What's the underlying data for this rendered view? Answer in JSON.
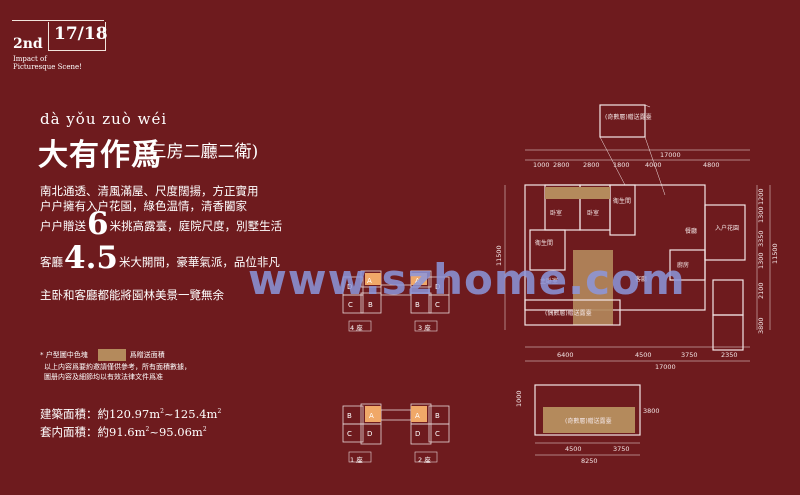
{
  "header": {
    "page_number": "17/18",
    "ordinal": "2nd",
    "subtitle_line1": "Impact of",
    "subtitle_line2": "Picturesque Scene!"
  },
  "title": {
    "pinyin": "dà yǒu zuò wéi",
    "main": "大有作爲",
    "sub": "(三房二廳二衛)"
  },
  "description": {
    "line1": "南北通透、清風滿屋、尺度闊揚，方正實用",
    "line2": "户户擁有入户花園，綠色温情，清香闔家",
    "line3_pre": "户户贈送",
    "line3_big": "6",
    "line3_post": "米挑高露臺，庭院尺度，別墅生活",
    "line4_pre": "客廳",
    "line4_big": "4.5",
    "line4_post": "米大開間，豪華氣派，品位非凡",
    "line5": "主卧和客廳都能將園林美景一覽無余"
  },
  "legend": {
    "bullet": "* 户型圖中色塊",
    "swatch_label": "爲贈送面積",
    "swatch_color": "#b48a5c",
    "note1": "以上内容爲要約邀請僅供參考，所有面積數據，",
    "note2": "圖册内容及細節均以有效法律文件爲准"
  },
  "areas": {
    "built_label": "建築面積：",
    "built_value": "約120.97m",
    "built_value2": "~125.4m",
    "inner_label": "套内面積：",
    "inner_value": "約91.6m",
    "inner_value2": "~95.06m",
    "sup": "2"
  },
  "key_plans": {
    "top_labels": [
      "4 座",
      "3 座"
    ],
    "bottom_labels": [
      "1 座",
      "2 座"
    ],
    "unit_letters": [
      "A",
      "B",
      "C",
      "D"
    ],
    "highlight_color": "#f0a868"
  },
  "watermark": "www.szhome.com",
  "floor_plan": {
    "top_dims": [
      "1000",
      "2800",
      "2800",
      "1800",
      "4000",
      "4800"
    ],
    "top_total": "17000",
    "bottom_dims": [
      "6400",
      "4500",
      "3750",
      "2350"
    ],
    "bottom_total": "17000",
    "left_dims": [
      "11500"
    ],
    "right_dims": [
      "1200",
      "1300",
      "3350",
      "1300",
      "2100",
      "3800",
      "11500"
    ],
    "rooms": [
      "卧室",
      "卧室",
      "衛生間",
      "衛生間",
      "主卧室",
      "客廳",
      "餐廳",
      "廚房",
      "入户花園",
      "(偶數層)贈送露臺",
      "(奇數層)贈送露臺"
    ],
    "lower_dims": [
      "4500",
      "3750",
      "8250",
      "1000",
      "3800"
    ]
  }
}
